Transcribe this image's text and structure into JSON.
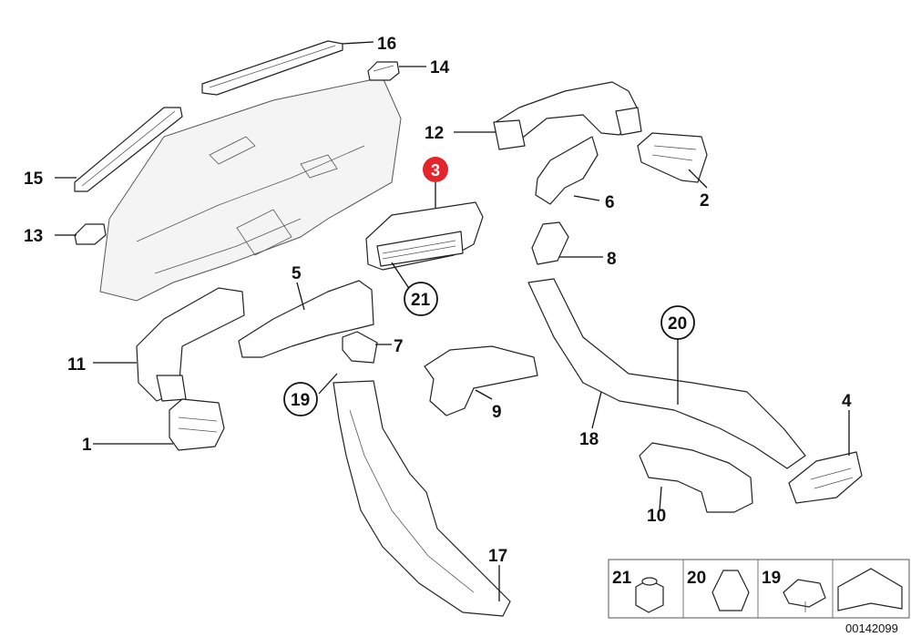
{
  "callouts": {
    "c1": "1",
    "c2": "2",
    "c3": "3",
    "c4": "4",
    "c5": "5",
    "c6": "6",
    "c7": "7",
    "c8": "8",
    "c9": "9",
    "c10": "10",
    "c11": "11",
    "c12": "12",
    "c13": "13",
    "c14": "14",
    "c15": "15",
    "c16": "16",
    "c17": "17",
    "c18": "18",
    "c19": "19",
    "c20": "20",
    "c21": "21"
  },
  "highlight": {
    "part": "3",
    "color": "#e3262b"
  },
  "legend": {
    "items": [
      "21",
      "20",
      "19"
    ]
  },
  "reference_number": "00142099"
}
